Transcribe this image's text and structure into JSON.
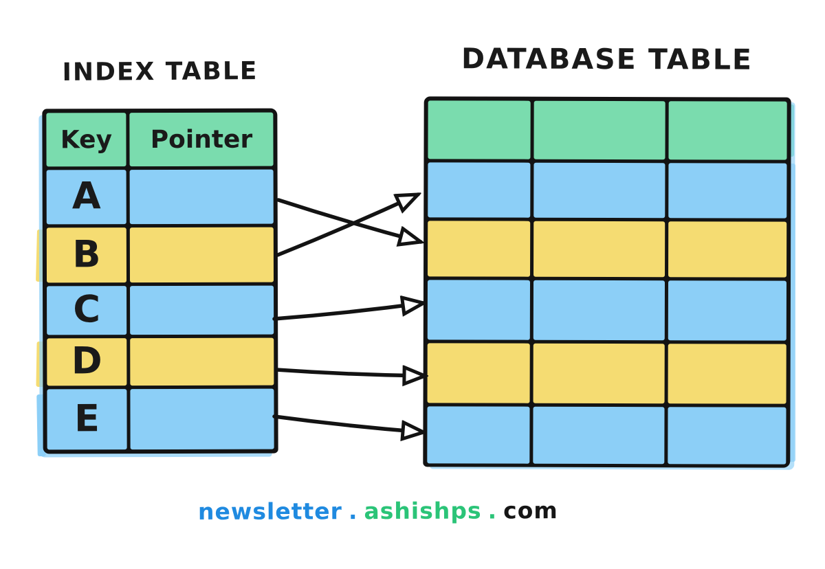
{
  "titles": {
    "index": "INDEX TABLE",
    "database": "DATABASE TABLE"
  },
  "index_table": {
    "headers": [
      "Key",
      "Pointer"
    ],
    "header_color": "green",
    "rows": [
      {
        "key": "A",
        "color": "blue",
        "pointer_value": ""
      },
      {
        "key": "B",
        "color": "yellow",
        "pointer_value": ""
      },
      {
        "key": "C",
        "color": "blue",
        "pointer_value": ""
      },
      {
        "key": "D",
        "color": "yellow",
        "pointer_value": ""
      },
      {
        "key": "E",
        "color": "blue",
        "pointer_value": ""
      }
    ]
  },
  "database_table": {
    "columns": 3,
    "rows": [
      {
        "color": "green",
        "is_header": true
      },
      {
        "color": "blue",
        "is_header": false
      },
      {
        "color": "yellow",
        "is_header": false
      },
      {
        "color": "blue",
        "is_header": false
      },
      {
        "color": "yellow",
        "is_header": false
      },
      {
        "color": "blue",
        "is_header": false
      }
    ]
  },
  "arrows": [
    {
      "from_key": "A",
      "to_db_row": 2
    },
    {
      "from_key": "B",
      "to_db_row": 1
    },
    {
      "from_key": "C",
      "to_db_row": 3
    },
    {
      "from_key": "D",
      "to_db_row": 4
    },
    {
      "from_key": "E",
      "to_db_row": 5
    }
  ],
  "footer": {
    "segments": [
      {
        "text": "newsletter",
        "color": "#1f8ae0"
      },
      {
        "text": ".",
        "color": "#1f8ae0"
      },
      {
        "text": "ashishps",
        "color": "#2bc478"
      },
      {
        "text": ".",
        "color": "#2bc478"
      },
      {
        "text": "com",
        "color": "#161616"
      }
    ]
  },
  "colors": {
    "green": "#7adcae",
    "blue": "#8ccff7",
    "yellow": "#f5dc72",
    "stroke": "#131313"
  }
}
